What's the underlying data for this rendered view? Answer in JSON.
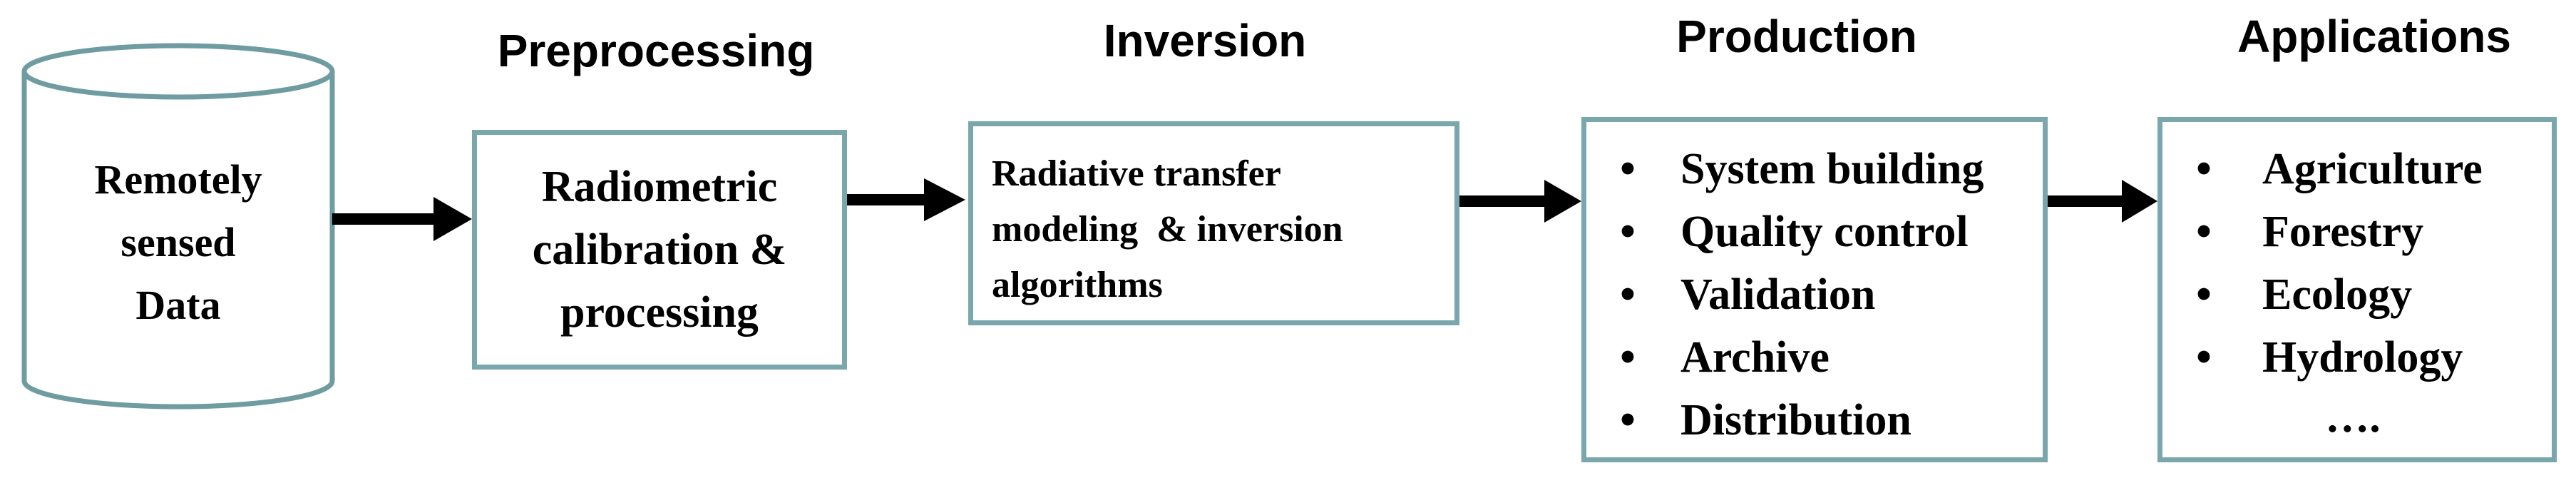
{
  "headings": {
    "preprocessing": "Preprocessing",
    "inversion": "Inversion",
    "production": "Production",
    "applications": "Applications"
  },
  "data_source": {
    "line1": "Remotely",
    "line2": "sensed",
    "line3": "Data"
  },
  "preprocessing_box": {
    "line1": "Radiometric",
    "line2": "calibration &",
    "line3": "processing"
  },
  "inversion_box": {
    "line1": "Radiative transfer",
    "line2": "modeling  & inversion",
    "line3": "algorithms"
  },
  "production_box": {
    "bullet": "•",
    "items": [
      "System building",
      "Quality control",
      "Validation",
      "Archive",
      "Distribution"
    ]
  },
  "applications_box": {
    "bullet": "•",
    "items": [
      "Agriculture",
      "Forestry",
      "Ecology",
      "Hydrology"
    ],
    "more": "…."
  },
  "colors": {
    "box_border": "#7aa7ab",
    "cylinder_border": "#6f9ca0",
    "arrow": "#000000"
  }
}
